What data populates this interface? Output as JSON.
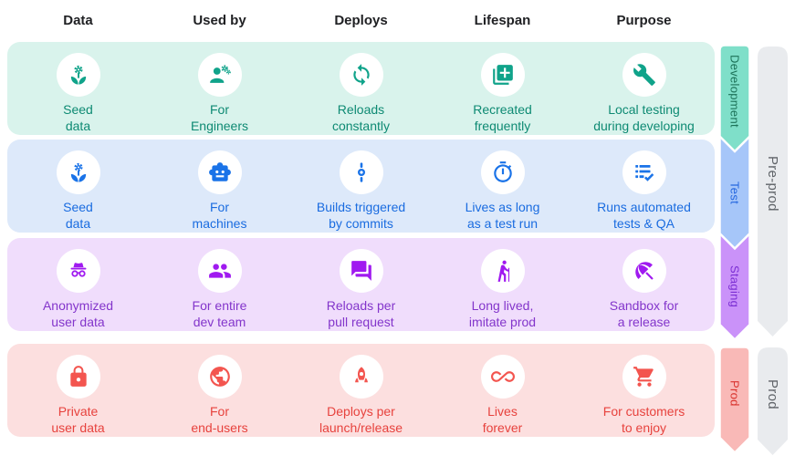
{
  "columns": [
    "Data",
    "Used by",
    "Deploys",
    "Lifespan",
    "Purpose"
  ],
  "rows": [
    {
      "name": "Development",
      "colors": {
        "background": "#d9f3ec",
        "icon": "#10a38a",
        "text": "#0e8a73",
        "ribbon": "#7fdfc9",
        "ribbon_text": "#1c7258"
      },
      "cells": [
        {
          "icon": "seed-icon",
          "label": "Seed\ndata"
        },
        {
          "icon": "engineers-icon",
          "label": "For\nEngineers"
        },
        {
          "icon": "sync-icon",
          "label": "Reloads\nconstantly"
        },
        {
          "icon": "library-add-icon",
          "label": "Recreated\nfrequently"
        },
        {
          "icon": "wrench-icon",
          "label": "Local testing\nduring developing"
        }
      ]
    },
    {
      "name": "Test",
      "colors": {
        "background": "#dde9fa",
        "icon": "#1a73e8",
        "text": "#1a6ce0",
        "ribbon": "#a6c6f9",
        "ribbon_text": "#2567df"
      },
      "cells": [
        {
          "icon": "seed-icon",
          "label": "Seed\ndata"
        },
        {
          "icon": "robot-icon",
          "label": "For\nmachines"
        },
        {
          "icon": "commit-icon",
          "label": "Builds triggered\nby commits"
        },
        {
          "icon": "timer-icon",
          "label": "Lives as long\nas a test run"
        },
        {
          "icon": "checklist-icon",
          "label": "Runs automated\ntests & QA"
        }
      ]
    },
    {
      "name": "Staging",
      "colors": {
        "background": "#f0ddfc",
        "icon": "#a01af0",
        "text": "#8335cb",
        "ribbon": "#ca92f9",
        "ribbon_text": "#7c2fd4"
      },
      "cells": [
        {
          "icon": "incognito-icon",
          "label": "Anonymized\nuser data"
        },
        {
          "icon": "group-icon",
          "label": "For entire\ndev team"
        },
        {
          "icon": "forum-icon",
          "label": "Reloads per\npull request"
        },
        {
          "icon": "hiking-icon",
          "label": "Long lived,\nimitate prod"
        },
        {
          "icon": "umbrella-icon",
          "label": "Sandbox for\na release"
        }
      ]
    },
    {
      "name": "Prod",
      "colors": {
        "background": "#fcdfdf",
        "icon": "#f3554f",
        "text": "#e7423d",
        "ribbon": "#f9b9b7",
        "ribbon_text": "#d9332d"
      },
      "cells": [
        {
          "icon": "lock-icon",
          "label": "Private\nuser data"
        },
        {
          "icon": "globe-icon",
          "label": "For\nend-users"
        },
        {
          "icon": "rocket-icon",
          "label": "Deploys per\nlaunch/release"
        },
        {
          "icon": "infinity-icon",
          "label": "Lives\nforever"
        },
        {
          "icon": "cart-icon",
          "label": "For customers\nto enjoy"
        }
      ]
    }
  ],
  "phases": [
    {
      "label": "Pre-prod",
      "color": "#e9ebee",
      "text_color": "#5f6368"
    },
    {
      "label": "Prod",
      "color": "#e9ebee",
      "text_color": "#5f6368"
    }
  ]
}
